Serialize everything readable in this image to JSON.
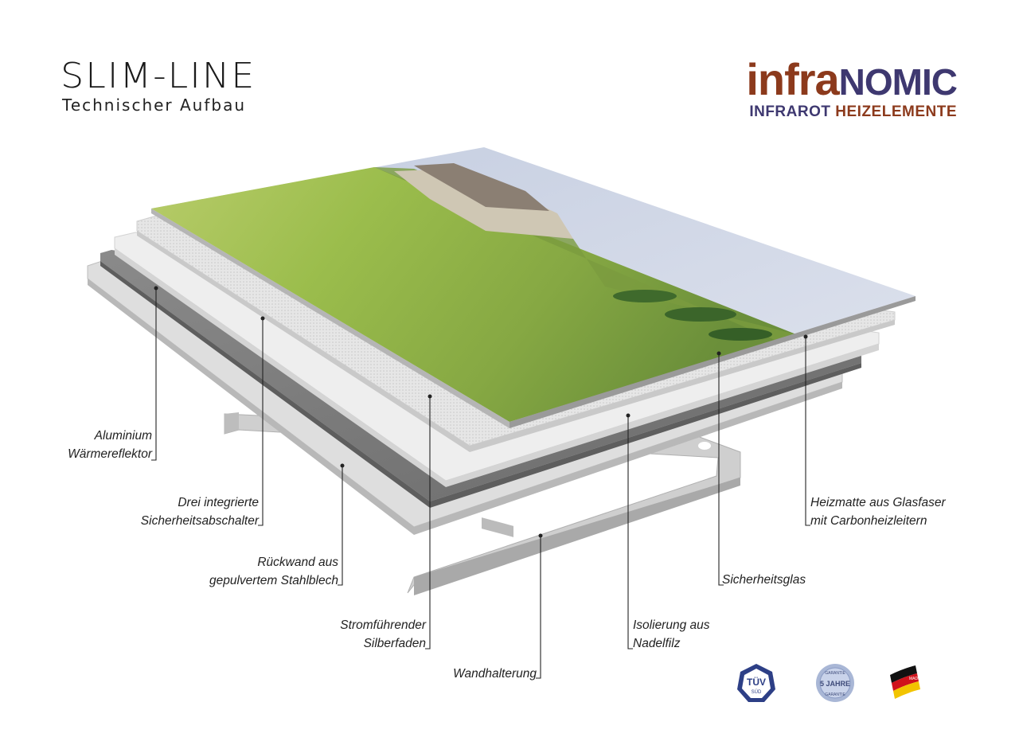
{
  "header": {
    "title": "SLIM-LINE",
    "subtitle": "Technischer Aufbau"
  },
  "brand": {
    "name_part1": "infra",
    "name_part2": "NOMIC",
    "tagline_part1": "INFRAROT",
    "tagline_part2": "HEIZELEMENTE",
    "color_primary": "#8c3a1c",
    "color_secondary": "#3e3870"
  },
  "labels": {
    "aluminium": [
      "Aluminium",
      "Wärmereflektor"
    ],
    "abschalter": [
      "Drei integrierte",
      "Sicherheitsabschalter"
    ],
    "rueckwand": [
      "Rückwand aus",
      "gepulvertem Stahlblech"
    ],
    "silberfaden": [
      "Stromführender",
      "Silberfaden"
    ],
    "wandhalterung": [
      "Wandhalterung"
    ],
    "isolierung": [
      "Isolierung aus",
      "Nadelfilz"
    ],
    "glas": [
      "Sicherheitsglas"
    ],
    "heizmatte": [
      "Heizmatte aus Glasfaser",
      "mit Carbonheizleitern"
    ]
  },
  "badges": {
    "tuv": {
      "line1": "TÜV",
      "line2": "SÜD"
    },
    "garantie": {
      "top": "GARANTIE",
      "main": "5 JAHRE",
      "bottom": "GARANTIE"
    },
    "made": {
      "text": "MADE"
    }
  }
}
